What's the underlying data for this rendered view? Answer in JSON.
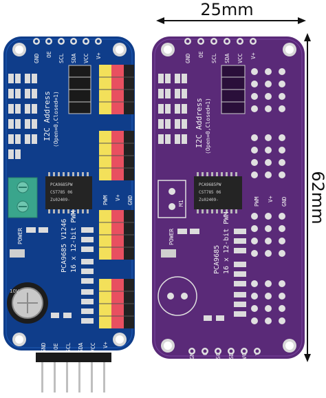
{
  "dimensions": {
    "width_label": "25mm",
    "height_label": "62mm"
  },
  "header_pins": [
    "GND",
    "OE",
    "SCL",
    "SDA",
    "VCC",
    "V+"
  ],
  "column_labels": [
    "PWM",
    "V+",
    "GND"
  ],
  "address_label": {
    "line1": "I2C Address",
    "line2": "(Open=0,Closed=1)"
  },
  "chip": {
    "line1": "PCA9685PW",
    "line2": "CST785   06",
    "line3": "Zs02409-"
  },
  "blue_board": {
    "model": "PCA9685 V1246",
    "desc": "16 x 12-bit PWM",
    "power_label": "POWER"
  },
  "purple_board": {
    "model": "PCA9685",
    "desc": "16 x 12-bit PWM",
    "power_label": "POWER",
    "terminal_label": "M1"
  },
  "capacitor_label": "10V",
  "colors": {
    "blue_pcb": "#0f3d8a",
    "purple_pcb": "#5a2a78",
    "header_yellow": "#f3e05a",
    "header_red": "#e85060",
    "header_black": "#222222",
    "terminal_green": "#3aa58c"
  }
}
